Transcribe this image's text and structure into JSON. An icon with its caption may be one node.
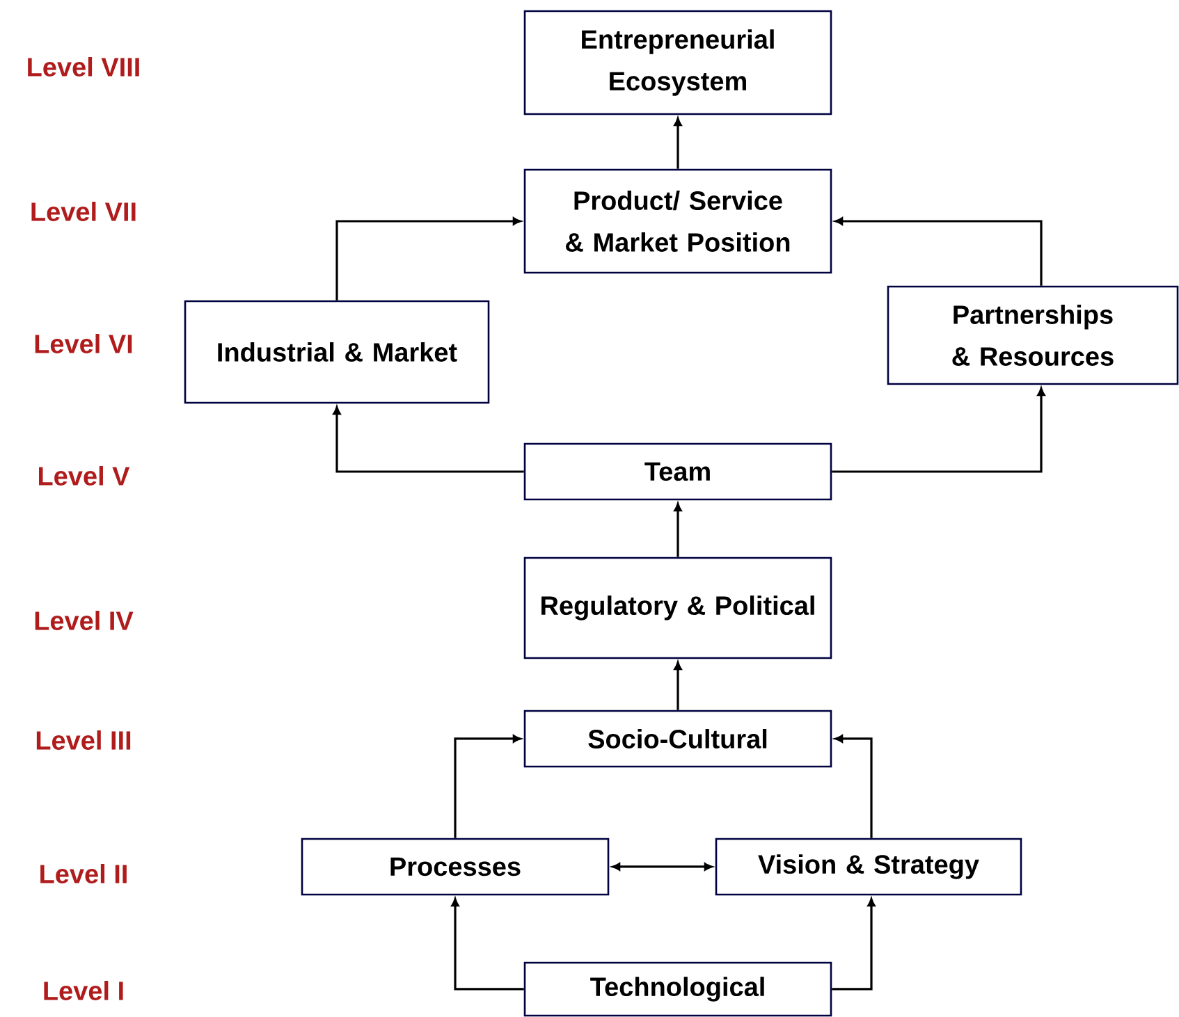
{
  "diagram": {
    "nodes": [
      {
        "text": [
          "Entrepreneurial Ecosystem"
        ]
      },
      {
        "text": [
          "Product/ Service & Market Position"
        ]
      },
      {
        "text": [
          "Industrial & Market"
        ]
      },
      {
        "text": [
          "Partnerships & Resources"
        ]
      },
      {
        "text": [
          "Team"
        ]
      },
      {
        "text": [
          "Regulatory & Political"
        ]
      },
      {
        "text": [
          "Socio-Cultural"
        ]
      },
      {
        "text": [
          "Processes"
        ]
      },
      {
        "text": [
          "Vision & Strategy"
        ]
      },
      {
        "text": [
          "Technological"
        ]
      }
    ],
    "edges": [
      {
        "from": 1,
        "to": 0,
        "arrow": "to"
      },
      {
        "from": 2,
        "to": 1,
        "arrow": "to"
      },
      {
        "from": 3,
        "to": 1,
        "arrow": "to"
      },
      {
        "from": 4,
        "to": 2,
        "arrow": "to"
      },
      {
        "from": 4,
        "to": 3,
        "arrow": "to"
      },
      {
        "from": 5,
        "to": 4,
        "arrow": "to"
      },
      {
        "from": 6,
        "to": 5,
        "arrow": "to"
      },
      {
        "from": 7,
        "to": 6,
        "arrow": "to"
      },
      {
        "from": 8,
        "to": 6,
        "arrow": "to"
      },
      {
        "from": 7,
        "to": 8,
        "arrow": "both"
      },
      {
        "from": 9,
        "to": 7,
        "arrow": "to"
      },
      {
        "from": 9,
        "to": 8,
        "arrow": "to"
      }
    ],
    "labels": [
      "Level VIII",
      "Level VII",
      "Level VI",
      "Level V",
      "Level IV",
      "Level III",
      "Level II",
      "Level I"
    ]
  }
}
